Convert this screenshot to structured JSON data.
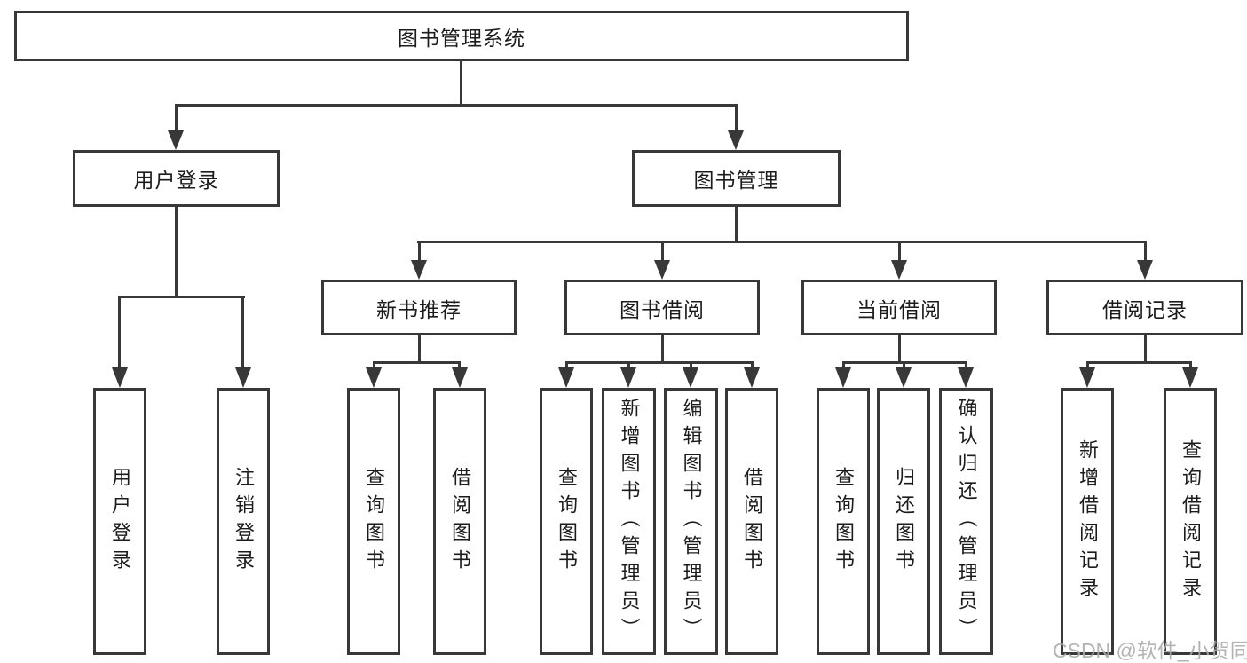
{
  "diagram": {
    "root": {
      "label": "图书管理系统"
    },
    "level2": [
      {
        "label": "用户登录"
      },
      {
        "label": "图书管理"
      }
    ],
    "level3": [
      {
        "label": "新书推荐"
      },
      {
        "label": "图书借阅"
      },
      {
        "label": "当前借阅"
      },
      {
        "label": "借阅记录"
      }
    ],
    "leaves": {
      "user_login": [
        {
          "label": "用户登录"
        },
        {
          "label": "注销登录"
        }
      ],
      "new_book_recommend": [
        {
          "label": "查询图书"
        },
        {
          "label": "借阅图书"
        }
      ],
      "book_borrowing": [
        {
          "label": "查询图书"
        },
        {
          "label": "新增图书（管理员）"
        },
        {
          "label": "编辑图书（管理员）"
        },
        {
          "label": "借阅图书"
        }
      ],
      "current_borrowing": [
        {
          "label": "查询图书"
        },
        {
          "label": "归还图书"
        },
        {
          "label": "确认归还（管理员）"
        }
      ],
      "borrowing_records": [
        {
          "label": "新增借阅记录"
        },
        {
          "label": "查询借阅记录"
        }
      ]
    },
    "colors": {
      "line": "#383838",
      "text": "#1c1c1c",
      "background": "#ffffff",
      "watermark": "#acacac"
    }
  },
  "watermark": {
    "text": "CSDN @软件_小贺同学"
  }
}
